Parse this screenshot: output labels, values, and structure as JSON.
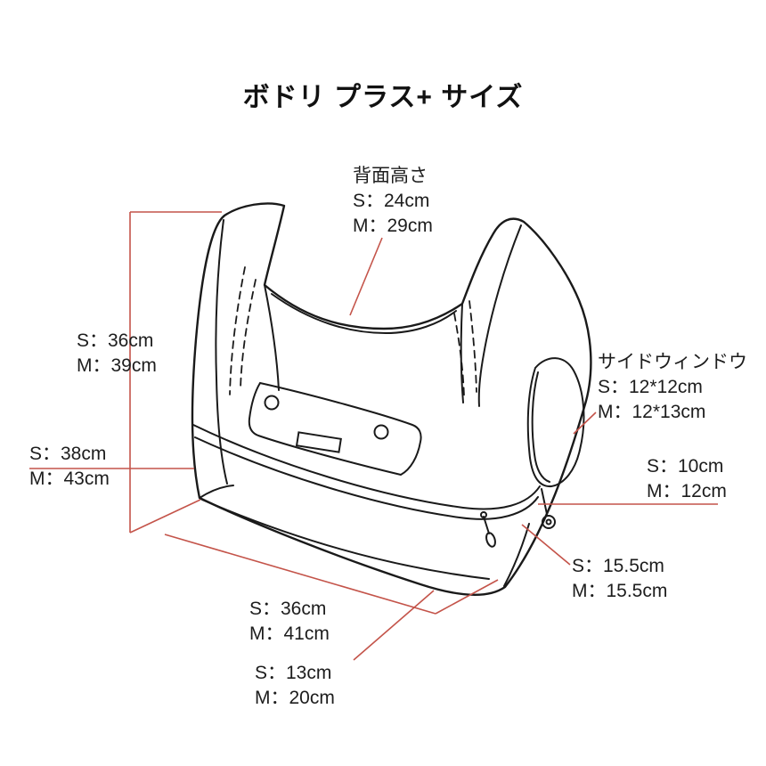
{
  "theme": {
    "bg": "#ffffff",
    "ink": "#1d1d1d",
    "accent": "#c4544a",
    "line": "#1a1a1a"
  },
  "title": "ボドリ プラス+ サイズ",
  "annotations": {
    "back_height": {
      "label": "背面高さ",
      "s": "S：24cm",
      "m": "M：29cm"
    },
    "left_height": {
      "s": "S：36cm",
      "m": "M：39cm"
    },
    "left_width": {
      "s": "S：38cm",
      "m": "M：43cm"
    },
    "side_window": {
      "label": "サイドウィンドウ",
      "s": "S：12*12cm",
      "m": "M：12*13cm"
    },
    "right_depth": {
      "s": "S：10cm",
      "m": "M：12cm"
    },
    "right_edge": {
      "s": "S：15.5cm",
      "m": "M：15.5cm"
    },
    "bottom_width": {
      "s": "S：36cm",
      "m": "M：41cm"
    },
    "bottom_depth": {
      "s": "S：13cm",
      "m": "M：20cm"
    }
  }
}
